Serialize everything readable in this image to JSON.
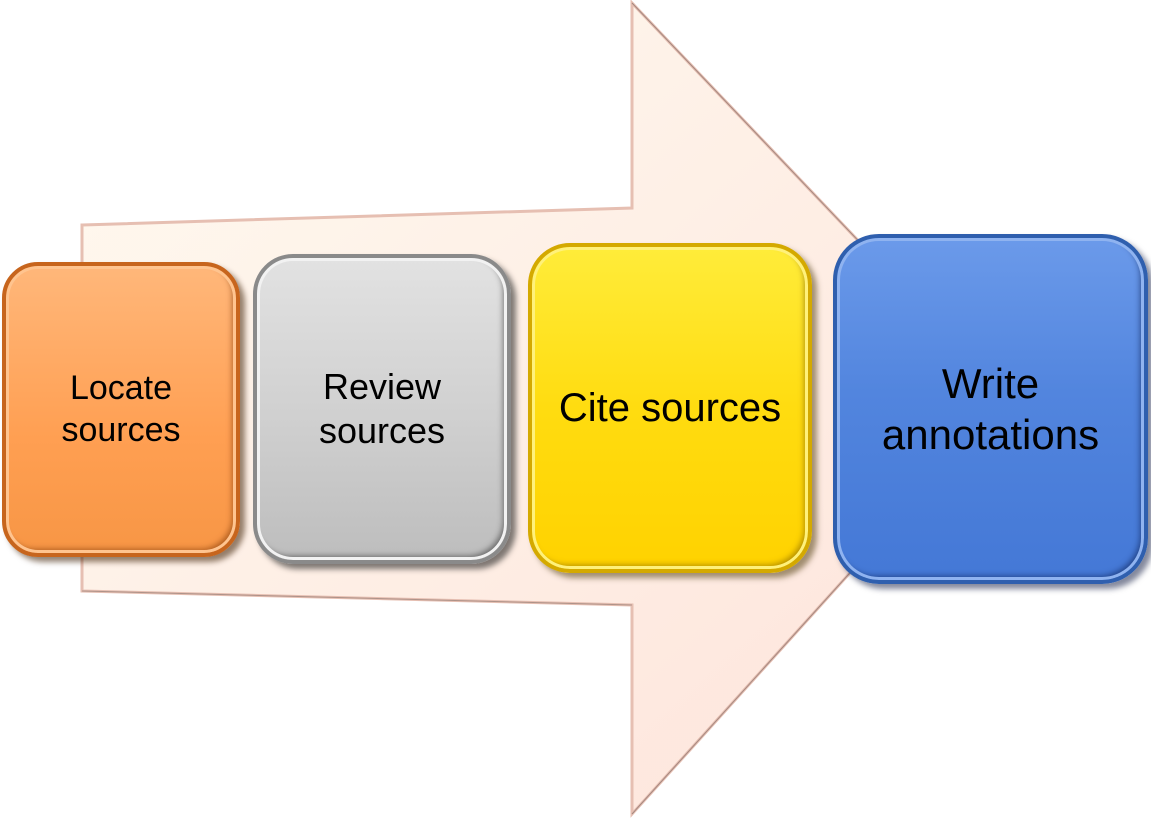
{
  "diagram": {
    "type": "process-flow",
    "direction": "left-to-right",
    "background_arrow": {
      "fill_color": "#fdeee6",
      "edge_color": "#e9c3b6"
    },
    "steps": [
      {
        "label": "Locate\nsources",
        "color": "#f79645"
      },
      {
        "label": "Review\nsources",
        "color": "#c8c8c8"
      },
      {
        "label": "Cite sources",
        "color": "#ffd700"
      },
      {
        "label": "Write\nannotations",
        "color": "#4f81d9"
      }
    ]
  }
}
